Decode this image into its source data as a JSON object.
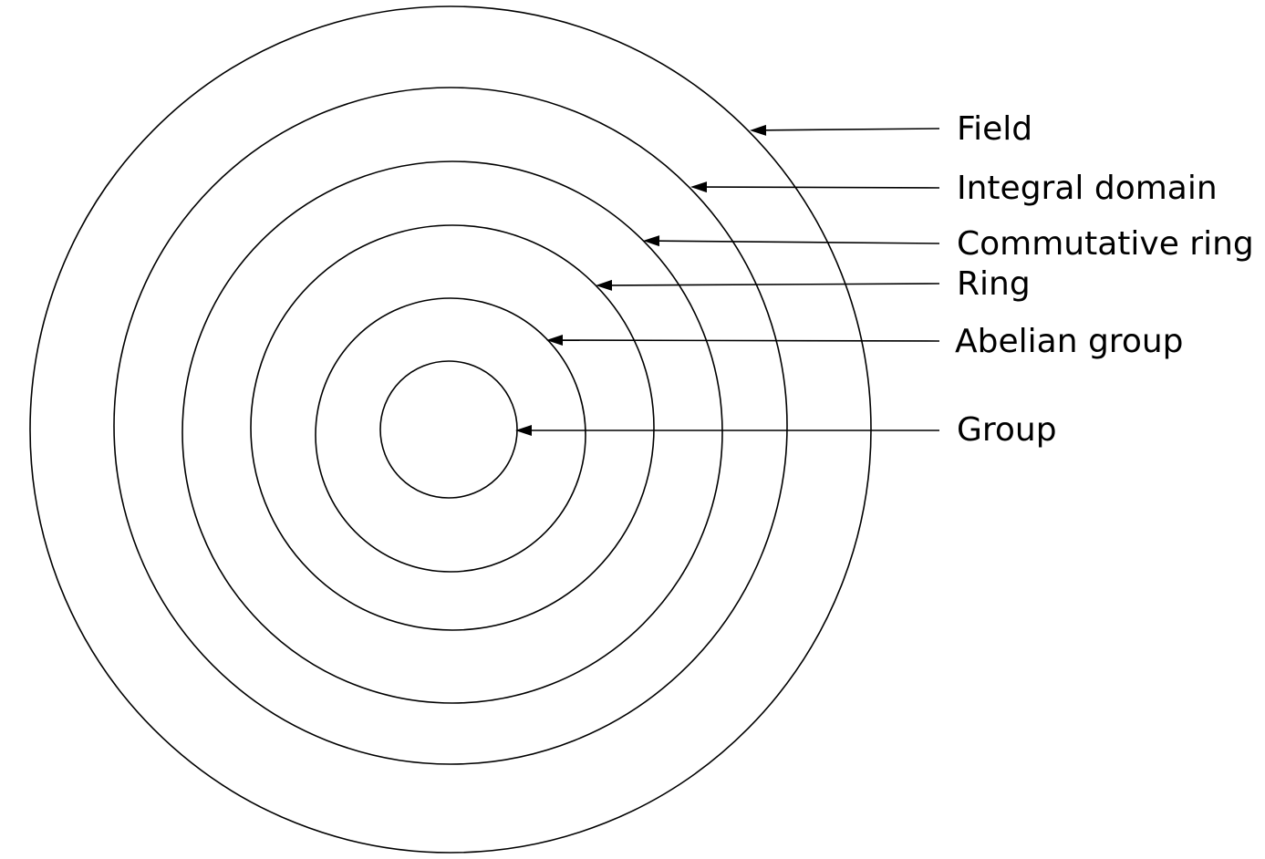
{
  "diagram": {
    "type": "nested-sets",
    "colors": {
      "stroke": "#000000",
      "background": "#ffffff",
      "text": "#000000"
    },
    "levels": [
      {
        "id": "field",
        "label": "Field",
        "depth": 6
      },
      {
        "id": "integral-domain",
        "label": "Integral domain",
        "depth": 5
      },
      {
        "id": "commutative-ring",
        "label": "Commutative ring",
        "depth": 4
      },
      {
        "id": "ring",
        "label": "Ring",
        "depth": 3
      },
      {
        "id": "abelian-group",
        "label": "Abelian group",
        "depth": 2
      },
      {
        "id": "group",
        "label": "Group",
        "depth": 1
      }
    ]
  }
}
